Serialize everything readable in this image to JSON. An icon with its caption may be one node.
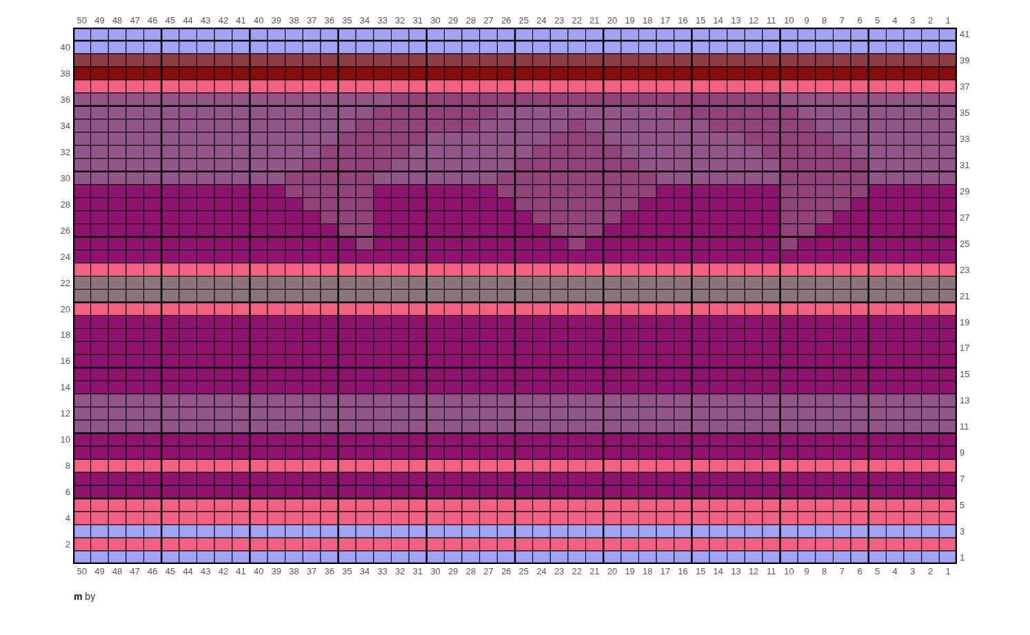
{
  "diagram": {
    "title": "**m** by",
    "labels": [
      "50",
      "49",
      "48",
      "47",
      "46",
      "45",
      "44",
      "43",
      "42",
      "41",
      "40",
      "39",
      "38",
      "37",
      "36",
      "35",
      "34",
      "33",
      "32",
      "31",
      "30",
      "29",
      "28",
      "27",
      "26",
      "25",
      "24",
      "23",
      "22",
      "21",
      "20",
      "19",
      "18",
      "17",
      "16",
      "15",
      "14",
      "13",
      "12",
      "11",
      "10",
      "9",
      "8",
      "7",
      "6",
      "5",
      "4",
      "3",
      "2",
      "1",
      "41",
      "40",
      "39",
      "38",
      "37",
      "36",
      "35",
      "34",
      "33",
      "32",
      "31",
      "30",
      "29",
      "28",
      "27",
      "26",
      "25",
      "24",
      "23",
      "22",
      "21",
      "20",
      "19",
      "18",
      "17",
      "16",
      "15",
      "14",
      "13",
      "12",
      "11",
      "10",
      "9",
      "8",
      "7",
      "6",
      "5",
      "4",
      "3",
      "2",
      "1",
      "50",
      "49",
      "48",
      "47",
      "46",
      "45",
      "44",
      "43",
      "42",
      "41",
      "40",
      "39",
      "38",
      "37",
      "36",
      "35",
      "34",
      "33",
      "32",
      "31",
      "30",
      "29",
      "28",
      "27",
      "26",
      "25",
      "24",
      "23",
      "22",
      "21",
      "20",
      "19",
      "18",
      "17",
      "16",
      "15",
      "14",
      "13",
      "12",
      "11",
      "10",
      "9",
      "8",
      "7",
      "6",
      "5",
      "4",
      "3",
      "2",
      "1"
    ]
  }
}
